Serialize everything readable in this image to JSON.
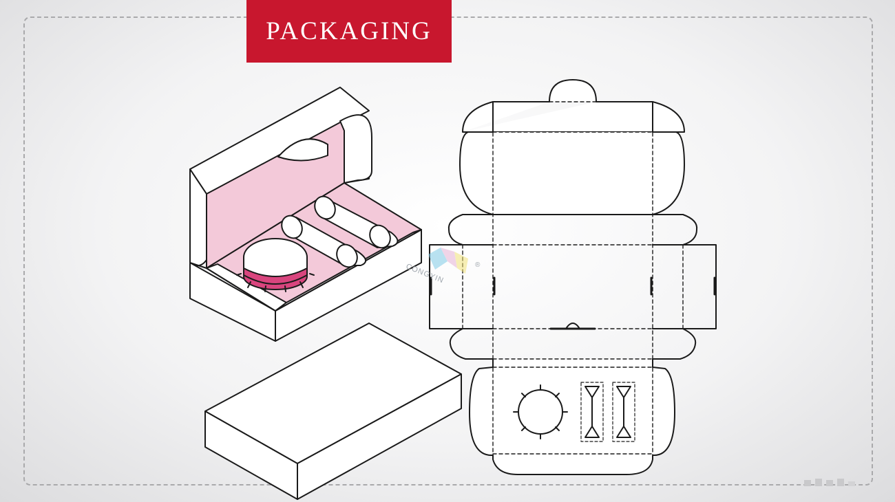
{
  "banner": {
    "title": "PACKAGING"
  },
  "watermark": {
    "text": "CONGYIN",
    "mark": "®"
  },
  "colors": {
    "banner_bg": "#c8172e",
    "banner_text": "#ffffff",
    "box_interior": "#f3c9d9",
    "jar_band": "#d9457e",
    "line": "#1a1a1a"
  },
  "figures": [
    {
      "name": "open-box-with-insert",
      "description_id": "assembled-open-box"
    },
    {
      "name": "box-lid",
      "description_id": "closed-lid"
    },
    {
      "name": "dieline",
      "description_id": "flat-template"
    }
  ]
}
